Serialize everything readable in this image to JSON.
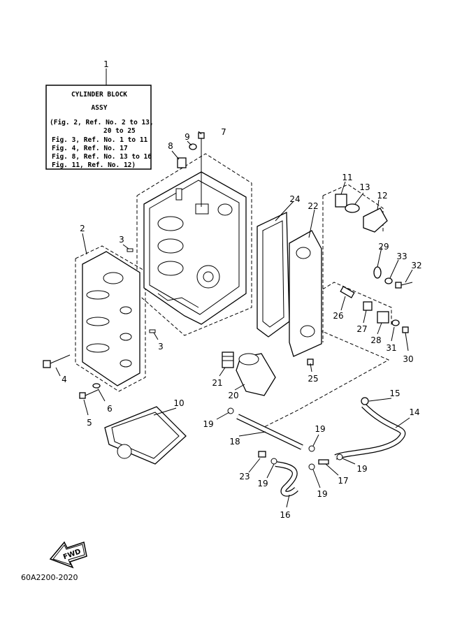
{
  "label_box": {
    "title_line1": "CYLINDER BLOCK",
    "title_line2": "ASSY",
    "refs": [
      "(Fig. 2, Ref. No. 2 to 13,",
      "20 to 25",
      "Fig. 3, Ref. No. 1 to 11",
      "Fig. 4, Ref. No. 17",
      "Fig. 8, Ref. No. 13 to 16",
      "Fig. 11, Ref. No. 12)"
    ]
  },
  "callouts": {
    "c1": "1",
    "c2": "2",
    "c3a": "3",
    "c3b": "3",
    "c4": "4",
    "c5": "5",
    "c6": "6",
    "c7": "7",
    "c8": "8",
    "c9": "9",
    "c10": "10",
    "c11": "11",
    "c12": "12",
    "c13": "13",
    "c14": "14",
    "c15": "15",
    "c16": "16",
    "c17": "17",
    "c18": "18",
    "c19a": "19",
    "c19b": "19",
    "c19c": "19",
    "c19d": "19",
    "c19e": "19",
    "c20": "20",
    "c21": "21",
    "c22": "22",
    "c23": "23",
    "c24": "24",
    "c25": "25",
    "c26": "26",
    "c27": "27",
    "c28": "28",
    "c29": "29",
    "c30": "30",
    "c31": "31",
    "c32": "32",
    "c33": "33"
  },
  "fwd_arrow_label": "FWD",
  "drawing_code": "60A2200-2020"
}
